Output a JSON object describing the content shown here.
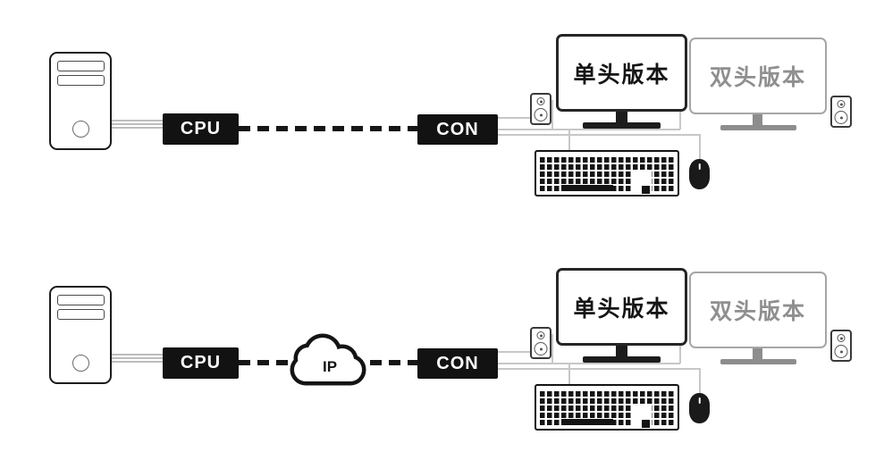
{
  "rows": [
    {
      "id": "direct-link",
      "cpu_label": "CPU",
      "con_label": "CON",
      "monitor_single_label": "单头版本",
      "monitor_dual_label": "双头版本"
    },
    {
      "id": "link-over-ip",
      "cpu_label": "CPU",
      "cloud_label": "IP",
      "con_label": "CON",
      "monitor_single_label": "单头版本",
      "monitor_dual_label": "双头版本"
    }
  ],
  "colors": {
    "extender_box_bg": "#121212",
    "extender_box_text": "#ffffff",
    "dashed_link": "#161616",
    "cable_gray": "#c7c7c7",
    "monitor_single_outline": "#262626",
    "monitor_dual_outline": "#a6a6a6",
    "monitor_dual_text": "#8f8f8f",
    "background": "#ffffff"
  }
}
